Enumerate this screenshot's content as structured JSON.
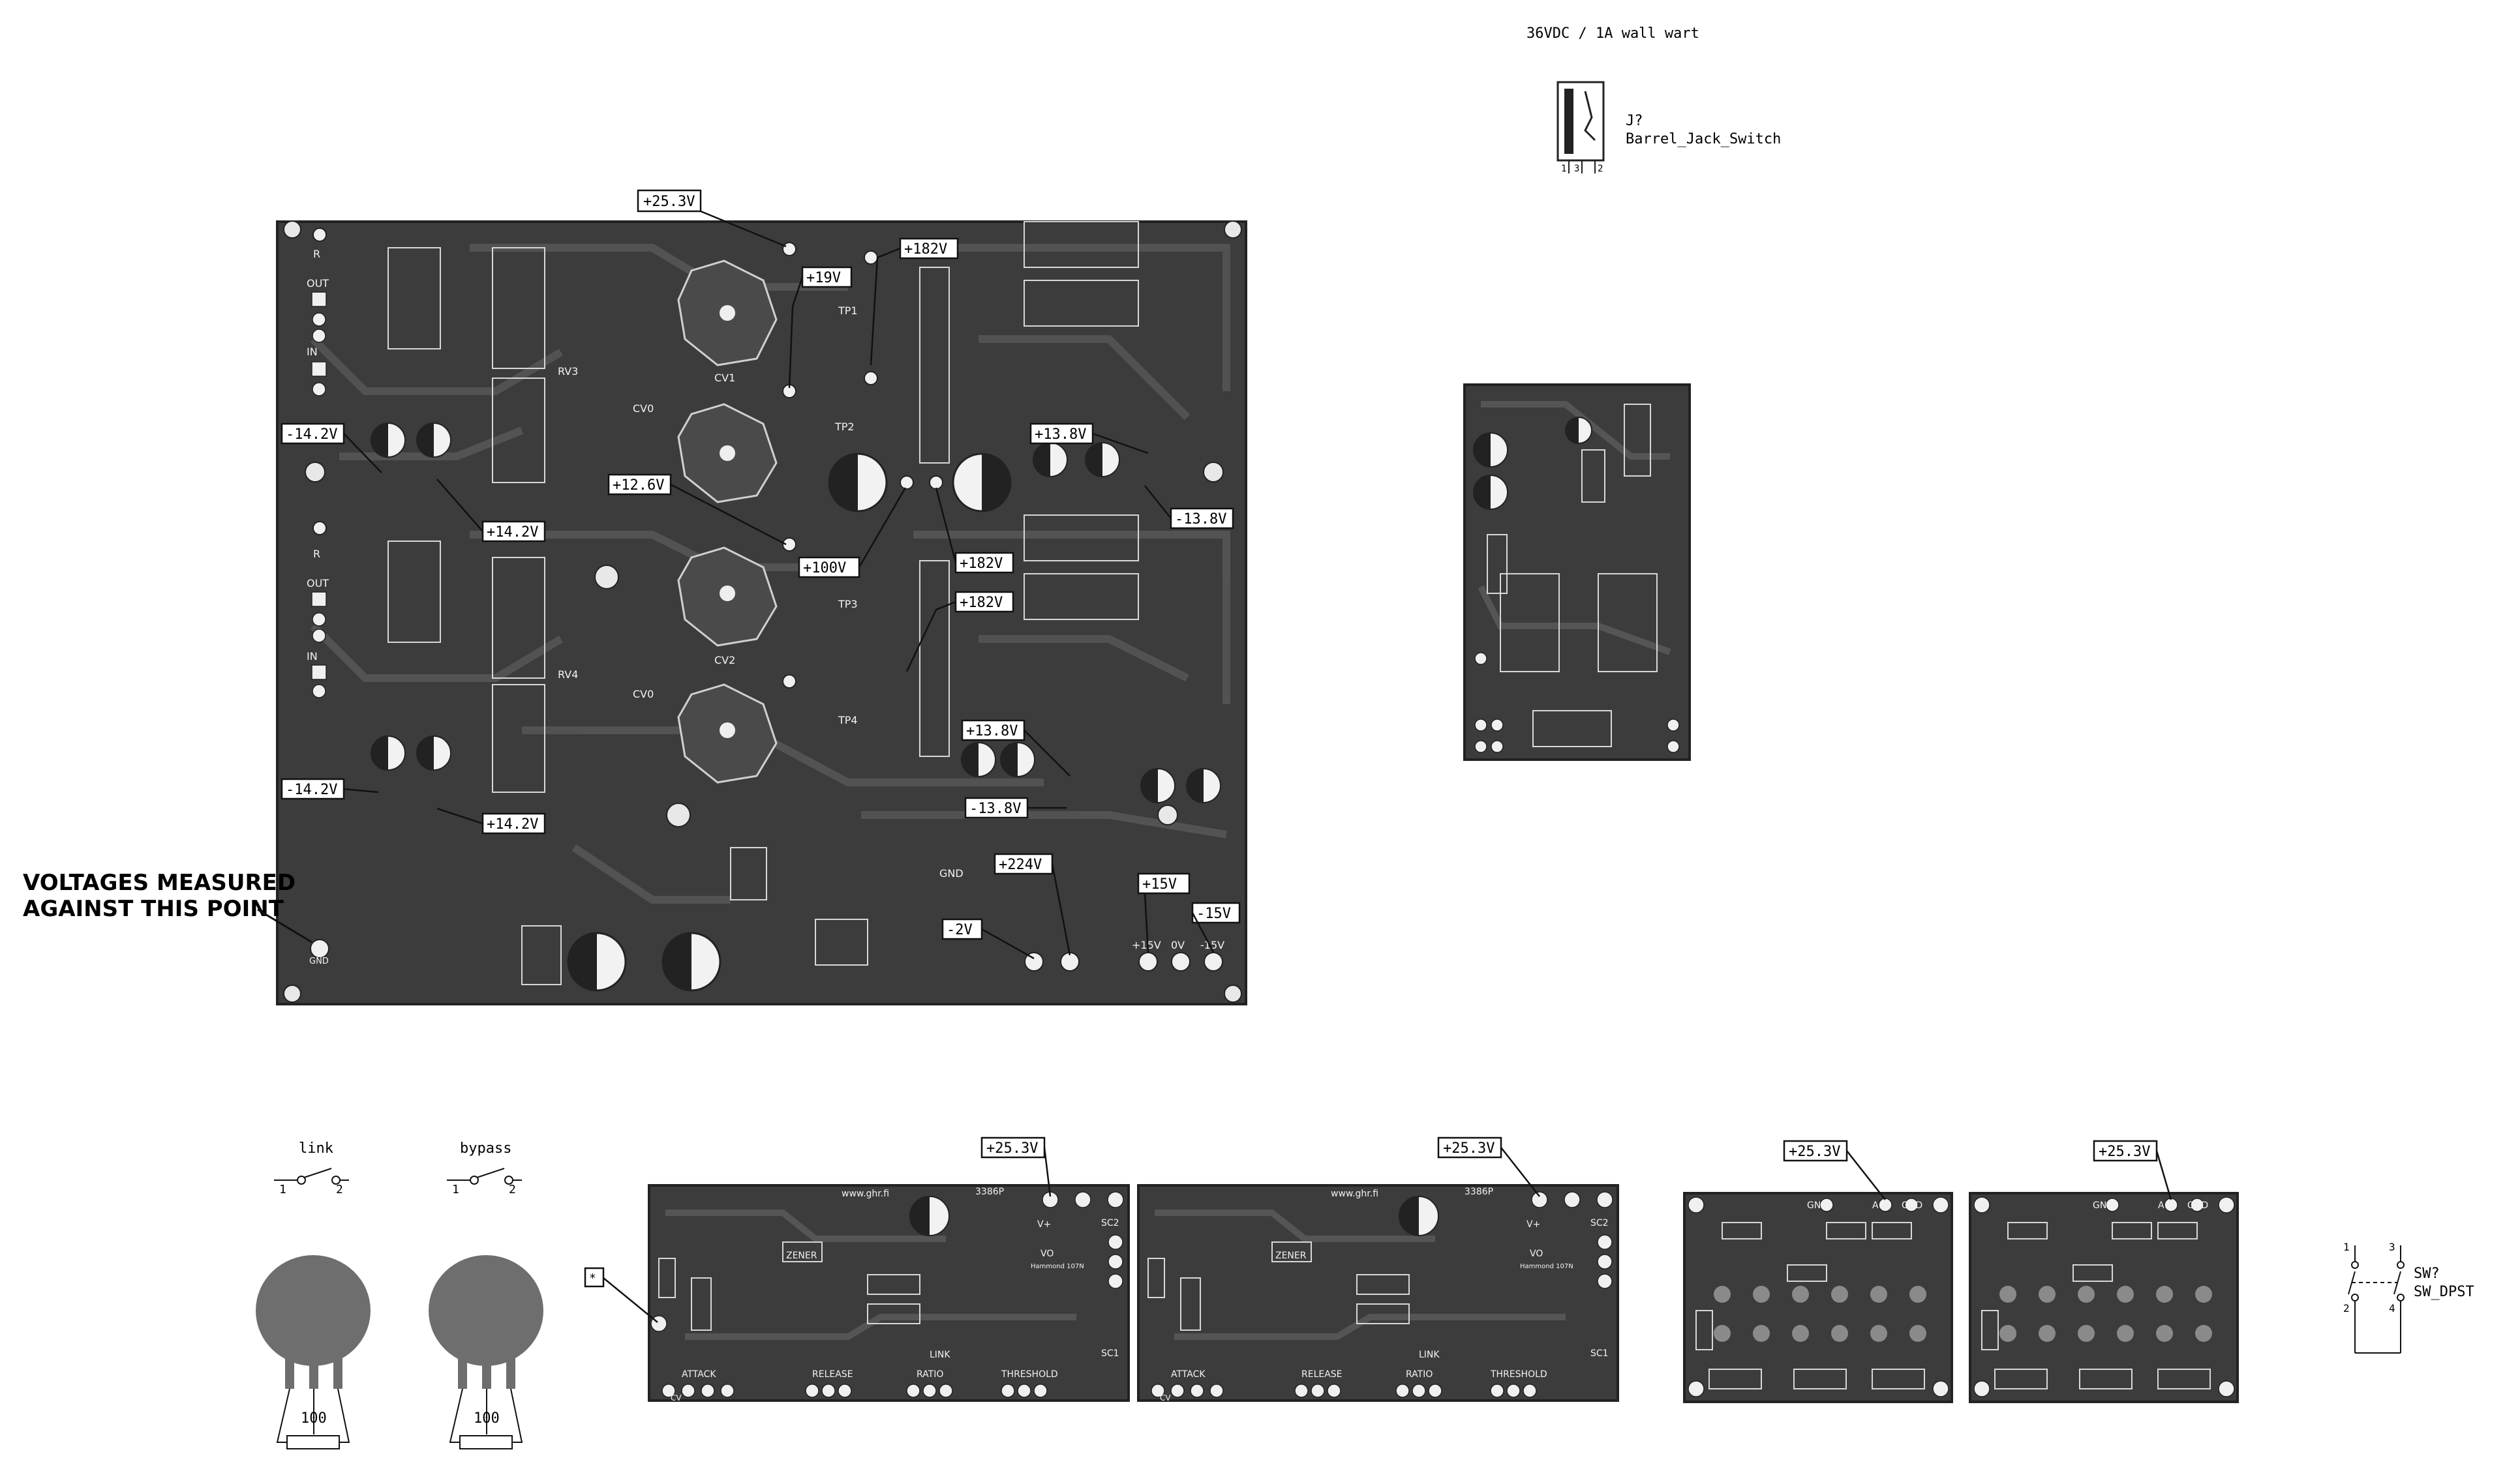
{
  "power": {
    "supply_note": "36VDC / 1A wall wart",
    "jack_ref": "J?",
    "jack_value": "Barrel_Jack_Switch",
    "jack_pins": [
      "1",
      "3",
      "2"
    ]
  },
  "main_board": {
    "measure_note_line1": "VOLTAGES MEASURED",
    "measure_note_line2": "AGAINST THIS POINT",
    "gnd_label": "GND",
    "voltage_tags": [
      {
        "text": "+25.3V"
      },
      {
        "text": "+182V"
      },
      {
        "text": "+19V"
      },
      {
        "text": "-14.2V"
      },
      {
        "text": "+14.2V"
      },
      {
        "text": "+13.8V"
      },
      {
        "text": "-13.8V"
      },
      {
        "text": "+12.6V"
      },
      {
        "text": "+100V"
      },
      {
        "text": "+182V"
      },
      {
        "text": "+182V"
      },
      {
        "text": "+13.8V"
      },
      {
        "text": "-13.8V"
      },
      {
        "text": "-14.2V"
      },
      {
        "text": "+14.2V"
      },
      {
        "text": "+224V"
      },
      {
        "text": "+15V"
      },
      {
        "text": "-15V"
      },
      {
        "text": "-2V"
      }
    ],
    "silk": {
      "out1": "OUT",
      "in1": "IN",
      "out2": "OUT",
      "in2": "IN",
      "r1": "R",
      "r2": "R",
      "rv3": "RV3",
      "rv4": "RV4",
      "cv0a": "CV0",
      "cv1": "CV1",
      "cv0b": "CV0",
      "cv2": "CV2",
      "tp1": "TP1",
      "tp2": "TP2",
      "tp3": "TP3",
      "tp4": "TP4",
      "gnd2": "GND",
      "pins": [
        "+15V",
        "0V",
        "-15V"
      ]
    }
  },
  "switches": {
    "link_label": "link",
    "bypass_label": "bypass",
    "pin1": "1",
    "pin2": "2",
    "pot_value_left": "100",
    "pot_value_right": "100"
  },
  "compressor_boards": {
    "url": "www.ghr.fi",
    "part": "3386P",
    "sc2": "SC2",
    "sc1": "SC1",
    "zener": "ZENER",
    "vplus": "V+",
    "vo": "VO",
    "hammond": "Hammond 107N",
    "link": "LINK",
    "knobs": [
      "ATTACK",
      "RELEASE",
      "RATIO",
      "THRESHOLD"
    ],
    "bottom_left": "CV",
    "tag_left": "+25.3V",
    "tag_right": "+25.3V",
    "small_tag": "*"
  },
  "small_boards": {
    "tag_left": "+25.3V",
    "tag_right": "+25.3V",
    "gnd": "GND",
    "aplus": "A+"
  },
  "dpst": {
    "ref": "SW?",
    "value": "SW_DPST",
    "pins": [
      "1",
      "3",
      "2",
      "4"
    ]
  }
}
